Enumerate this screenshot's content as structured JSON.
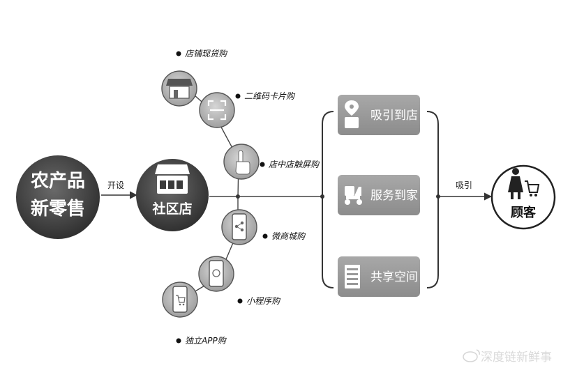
{
  "nodes": {
    "source_line1": "农产品",
    "source_line2": "新零售",
    "hub": "社区店",
    "customer": "顾客"
  },
  "edges": {
    "open": "开设",
    "attract": "吸引"
  },
  "channels": [
    {
      "label": "店铺现货购",
      "icon": "storefront-icon"
    },
    {
      "label": "二维码卡片购",
      "icon": "qr-scan-icon"
    },
    {
      "label": "店中店触屏购",
      "icon": "touch-hand-icon"
    },
    {
      "label": "微商城购",
      "icon": "phone-share-icon"
    },
    {
      "label": "小程序购",
      "icon": "phone-miniapp-icon"
    },
    {
      "label": "独立APP购",
      "icon": "phone-cart-icon"
    }
  ],
  "services": [
    {
      "label": "吸引到店",
      "icon": "store-pin-icon"
    },
    {
      "label": "服务到家",
      "icon": "scooter-icon"
    },
    {
      "label": "共享空间",
      "icon": "shelf-icon"
    }
  ],
  "watermark": "深度链新鲜事"
}
